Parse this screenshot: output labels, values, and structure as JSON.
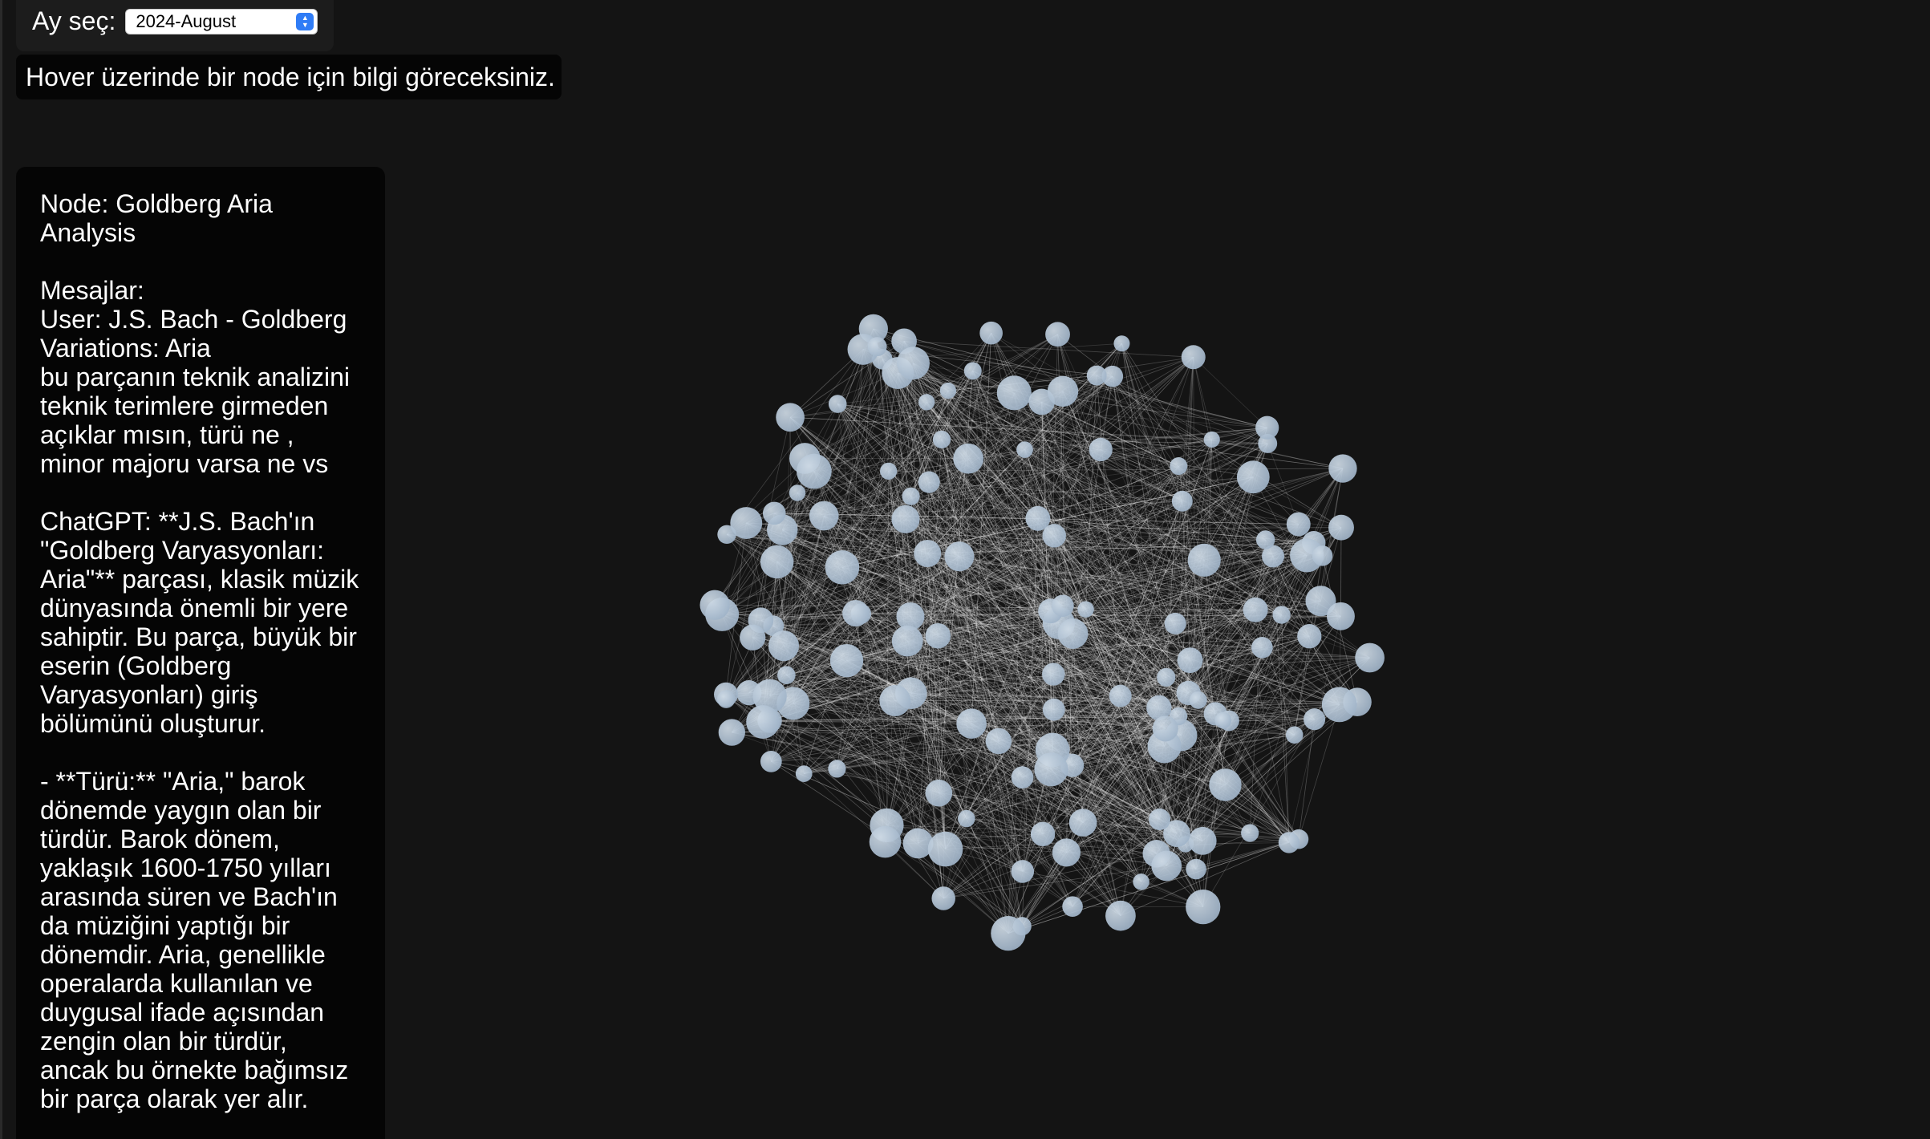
{
  "month_selector": {
    "label": "Ay seç:",
    "selected": "2024-August",
    "arrow_icon": "chevron-up-down-icon"
  },
  "hover_hint": "Hover üzerinde bir node için bilgi göreceksiniz.",
  "info": {
    "node_line_1": "Node: Goldberg Aria",
    "node_line_2": "Analysis",
    "messages_heading": "Mesajlar:",
    "user_lines": [
      "User: J.S. Bach - Goldberg",
      "Variations: Aria",
      "bu parçanın teknik analizini",
      "teknik terimlere girmeden",
      "açıklar mısın, türü ne ,",
      "minor majoru varsa ne vs"
    ],
    "chatgpt_lines": [
      "ChatGPT: **J.S. Bach'ın",
      "\"Goldberg Varyasyonları:",
      "Aria\"** parçası, klasik müzik",
      "dünyasında önemli bir yere",
      "sahiptir. Bu parça, büyük bir",
      "eserin (Goldberg",
      "Varyasyonları) giriş",
      "bölümünü oluşturur."
    ],
    "genre_lines": [
      "- **Türü:** \"Aria,\" barok",
      "dönemde yaygın olan bir",
      "türdür. Barok dönem,",
      "yaklaşık 1600-1750 yılları",
      "arasında süren ve Bach'ın",
      "da müziğini yaptığı bir",
      "dönemdir. Aria, genellikle",
      "operalarda kullanılan ve",
      "duygusal ifade açısından",
      "zengin olan bir türdür,",
      "ancak bu örnekte bağımsız",
      "bir parça olarak yer alır."
    ]
  },
  "graph": {
    "node_color": "#9fb3c8",
    "edge_color": "#ffffff",
    "background": "#141414"
  }
}
